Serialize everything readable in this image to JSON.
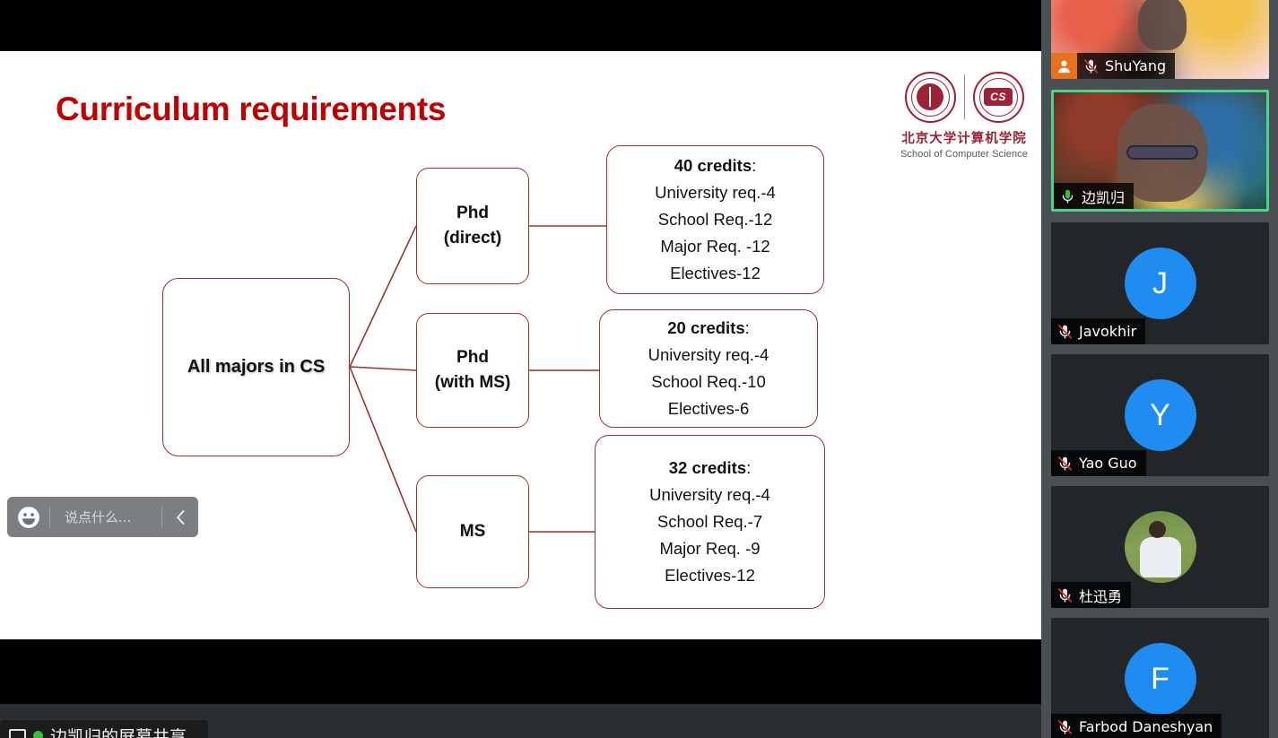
{
  "meeting": {
    "share_banner": {
      "icon": "screen-share-icon",
      "status_dot": "recording-dot",
      "text": "边凯归的屏幕共享"
    }
  },
  "chat": {
    "emoji_icon": "emoji-smiley-icon",
    "placeholder": "说点什么...",
    "collapse_icon": "chevron-left-icon"
  },
  "slide": {
    "title": "Curriculum requirements",
    "logo": {
      "seal_left": "peking-university-seal",
      "seal_right": "cs-school-seal",
      "cs_mark": "CS",
      "name_cn": "北京大学计算机学院",
      "name_en": "School of Computer Science"
    },
    "diagram": {
      "root": "All majors in CS",
      "branches": [
        {
          "stage_lines": [
            "Phd",
            "(direct)"
          ],
          "detail_header": "40 credits",
          "detail_header_suffix": ":",
          "detail_lines": [
            "University req.-4",
            "School Req.-12",
            "Major Req. -12",
            "Electives-12"
          ]
        },
        {
          "stage_lines": [
            "Phd",
            "(with MS)"
          ],
          "detail_header": "20 credits",
          "detail_header_suffix": ":",
          "detail_lines": [
            "University req.-4",
            "School Req.-10",
            "Electives-6"
          ]
        },
        {
          "stage_lines": [
            "MS",
            ""
          ],
          "detail_header": "32 credits",
          "detail_header_suffix": ":",
          "detail_lines": [
            "University req.-4",
            "School Req.-7",
            "Major Req. -9",
            "Electives-12"
          ]
        }
      ]
    }
  },
  "participants": [
    {
      "name": "ShuYang",
      "avatar_kind": "video",
      "avatar_letter": "",
      "muted": true,
      "host": true,
      "speaking": false
    },
    {
      "name": "边凯归",
      "avatar_kind": "video",
      "avatar_letter": "",
      "muted": false,
      "host": false,
      "speaking": true
    },
    {
      "name": "Javokhir",
      "avatar_kind": "letter",
      "avatar_letter": "J",
      "muted": true,
      "host": false,
      "speaking": false
    },
    {
      "name": "Yao Guo",
      "avatar_kind": "letter",
      "avatar_letter": "Y",
      "muted": true,
      "host": false,
      "speaking": false
    },
    {
      "name": "杜迅勇",
      "avatar_kind": "photo",
      "avatar_letter": "",
      "muted": true,
      "host": false,
      "speaking": false
    },
    {
      "name": "Farbod Daneshyan",
      "avatar_kind": "letter",
      "avatar_letter": "F",
      "muted": true,
      "host": false,
      "speaking": false
    }
  ],
  "colors": {
    "title_red": "#c00000",
    "diagram_line": "#a03030",
    "avatar_blue": "#1e8cf0",
    "host_orange": "#e8721c",
    "speaking_green": "#49d68a",
    "mic_muted_red": "#d3362c",
    "mic_active_green": "#35c235"
  }
}
